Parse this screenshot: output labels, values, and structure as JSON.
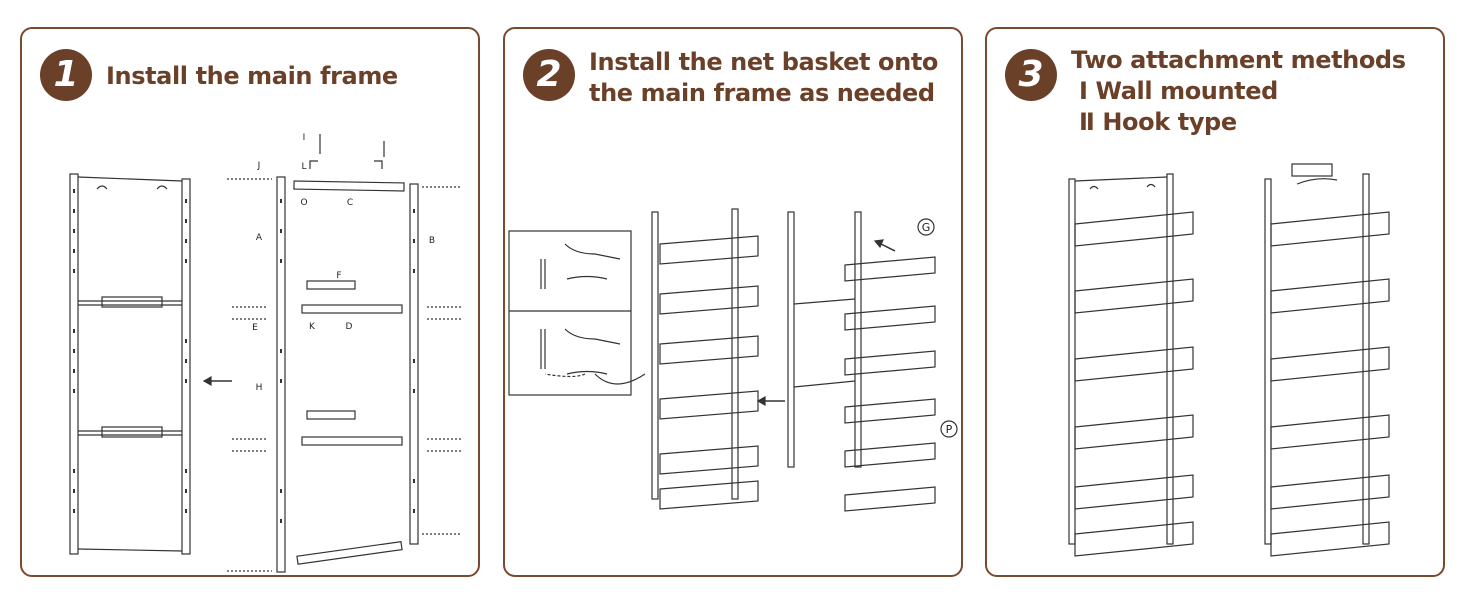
{
  "steps": [
    {
      "number": "1",
      "title_lines": [
        "Install the main frame"
      ]
    },
    {
      "number": "2",
      "title_lines": [
        "Install the net basket onto",
        "the main frame as needed"
      ]
    },
    {
      "number": "3",
      "title_lines": [
        "Two attachment methods",
        "Ⅰ Wall mounted",
        "Ⅱ Hook type"
      ]
    }
  ],
  "part_labels": [
    "A",
    "B",
    "C",
    "D",
    "E",
    "F",
    "G",
    "H",
    "I",
    "J",
    "K",
    "L",
    "O",
    "P"
  ],
  "colors": {
    "brand": "#6b4029",
    "border": "#7a4a2e",
    "line": "#333333"
  }
}
